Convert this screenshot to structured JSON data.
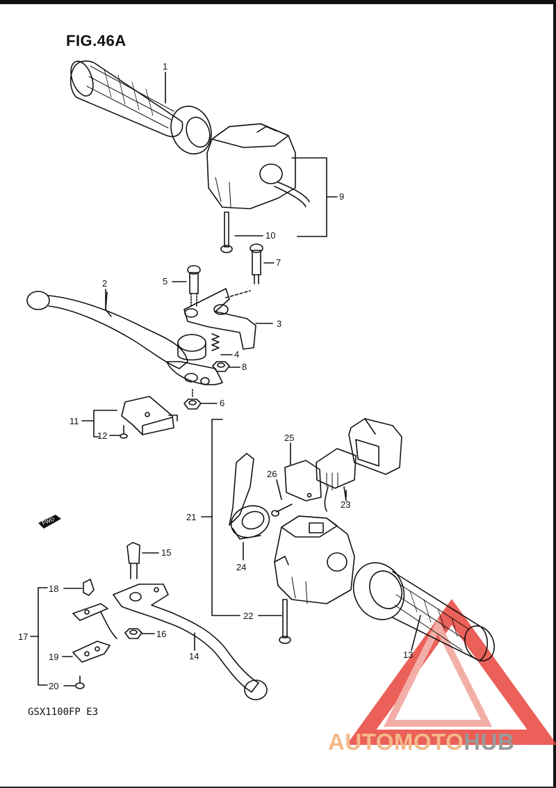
{
  "figure": {
    "title": "FIG.46A",
    "model": "GSX1100FP  E3",
    "fwd_badge": "FWD"
  },
  "parts": [
    {
      "id": "p1",
      "label": "1"
    },
    {
      "id": "p2",
      "label": "2"
    },
    {
      "id": "p3",
      "label": "3"
    },
    {
      "id": "p4",
      "label": "4"
    },
    {
      "id": "p5",
      "label": "5"
    },
    {
      "id": "p6",
      "label": "6"
    },
    {
      "id": "p7",
      "label": "7"
    },
    {
      "id": "p8",
      "label": "8"
    },
    {
      "id": "p9",
      "label": "9"
    },
    {
      "id": "p10",
      "label": "10"
    },
    {
      "id": "p11",
      "label": "11"
    },
    {
      "id": "p12",
      "label": "12"
    },
    {
      "id": "p13",
      "label": "13"
    },
    {
      "id": "p14",
      "label": "14"
    },
    {
      "id": "p15",
      "label": "15"
    },
    {
      "id": "p16",
      "label": "16"
    },
    {
      "id": "p17",
      "label": "17"
    },
    {
      "id": "p18",
      "label": "18"
    },
    {
      "id": "p19",
      "label": "19"
    },
    {
      "id": "p20",
      "label": "20"
    },
    {
      "id": "p21",
      "label": "21"
    },
    {
      "id": "p22",
      "label": "22"
    },
    {
      "id": "p23",
      "label": "23"
    },
    {
      "id": "p24",
      "label": "24"
    },
    {
      "id": "p25",
      "label": "25"
    },
    {
      "id": "p26",
      "label": "26"
    }
  ],
  "watermark": {
    "part1": "AUTOMOTO",
    "part2": "HUB",
    "color_primary": "#e8453c",
    "color_secondary": "#9a9a9a",
    "color_light": "#f3b98a"
  }
}
